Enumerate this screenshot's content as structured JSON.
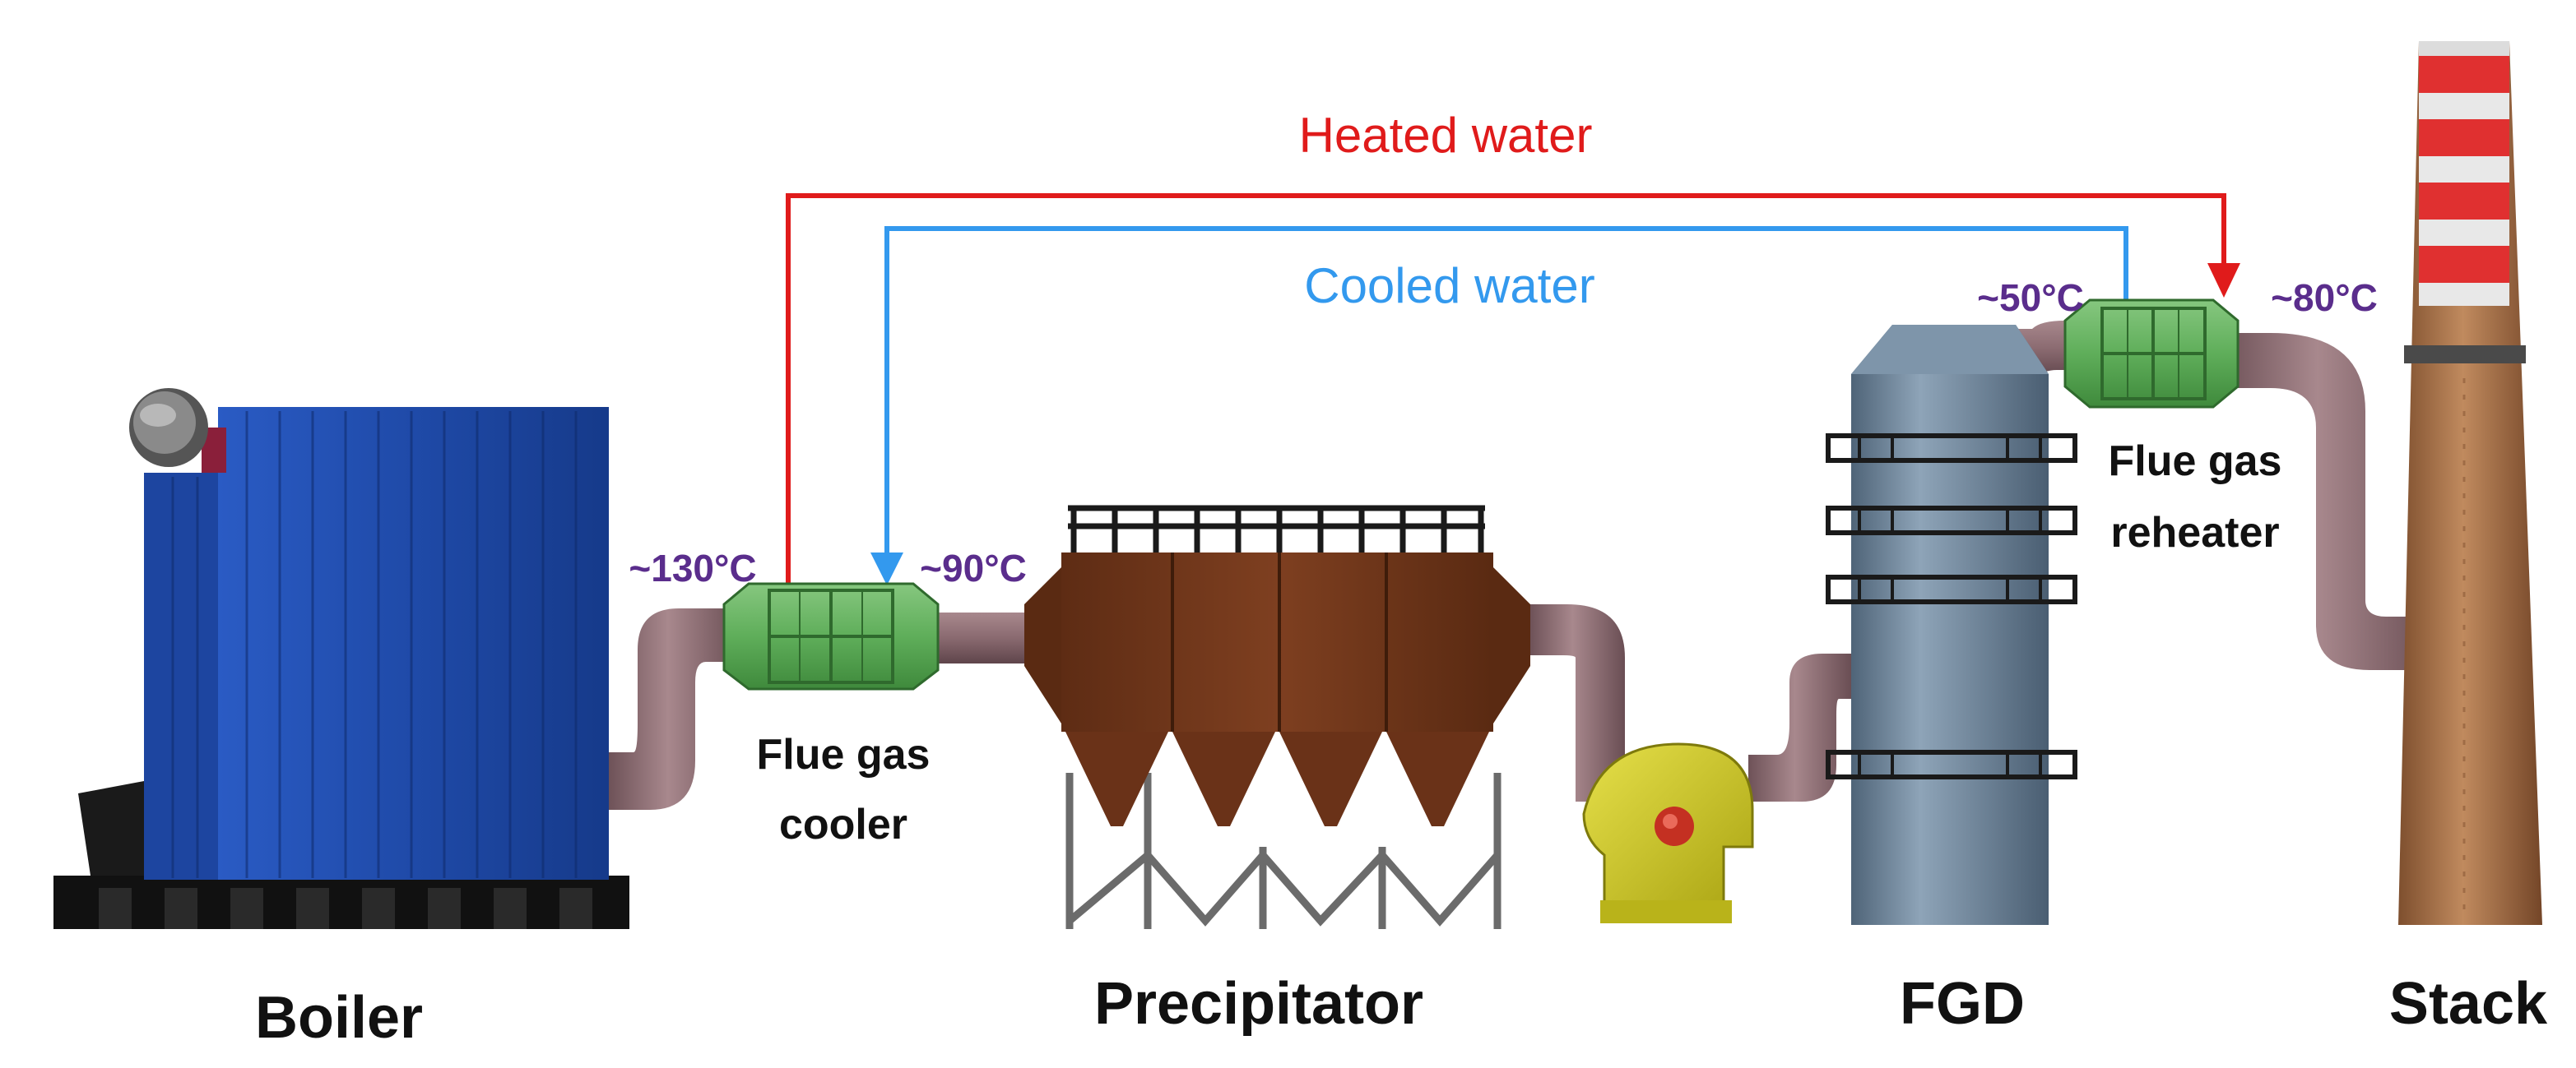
{
  "flows": {
    "heated_water": "Heated water",
    "cooled_water": "Cooled water"
  },
  "equipment": {
    "boiler": "Boiler",
    "precipitator": "Precipitator",
    "fgd": "FGD",
    "stack": "Stack",
    "cooler_line1": "Flue gas",
    "cooler_line2": "cooler",
    "reheater_line1": "Flue gas",
    "reheater_line2": "reheater"
  },
  "temperatures": {
    "boiler_outlet": "~130°C",
    "cooler_outlet": "~90°C",
    "fgd_outlet": "~50°C",
    "reheater_outlet": "~80°C"
  },
  "colors": {
    "heated_water": "#e01b1b",
    "cooled_water": "#3399ee",
    "temperature_text": "#5a2d8c",
    "label_text": "#111111",
    "boiler": "#1f4aa8",
    "duct": "#8a6a70",
    "heat_exchanger": "#5fae5a",
    "precipitator": "#7a3a1e",
    "fan": "#d2cc1e",
    "fgd_tower": "#6f879e",
    "stack": "#a9704a",
    "stack_band": "#e03030"
  }
}
